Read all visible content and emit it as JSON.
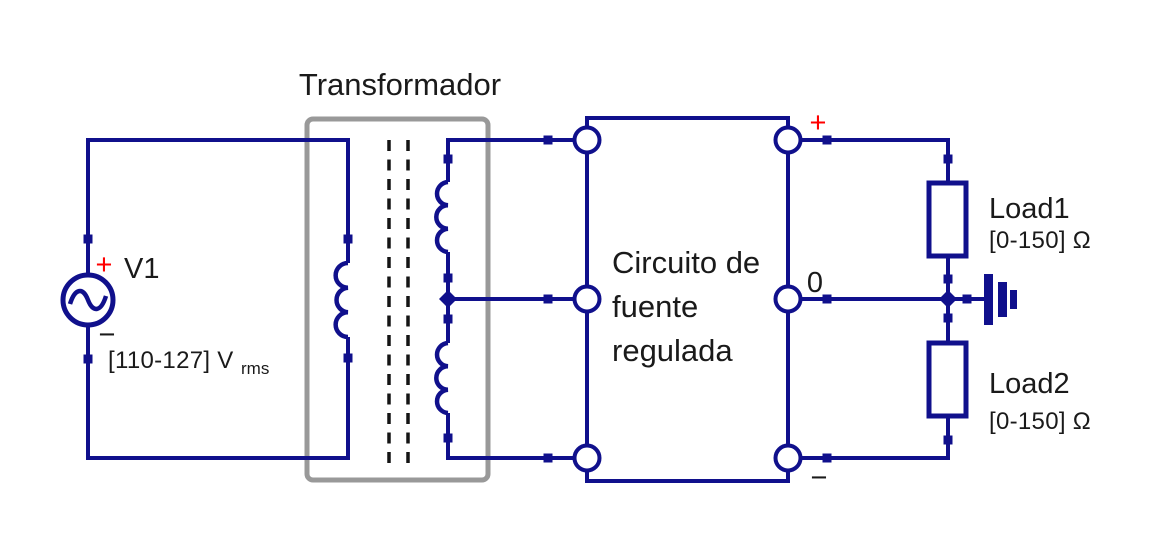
{
  "transformer": {
    "title": "Transformador"
  },
  "source_v1": {
    "name": "V1",
    "polarity_plus": "+",
    "polarity_minus": "−",
    "value": "[110-127] V",
    "value_subscript": "rms"
  },
  "regulator": {
    "label_lines": [
      "Circuito de",
      "fuente",
      "regulada"
    ],
    "terminal_plus": "+",
    "terminal_zero": "0",
    "terminal_minus": "−"
  },
  "loads": [
    {
      "name": "Load1",
      "value": "[0-150] Ω"
    },
    {
      "name": "Load2",
      "value": "[0-150] Ω"
    }
  ],
  "colors": {
    "wire": "#10108C",
    "transformer_frame": "#999999",
    "label_text": "#1A1A1A",
    "polarity_red": "#FF0000",
    "background": "#FFFFFF"
  }
}
